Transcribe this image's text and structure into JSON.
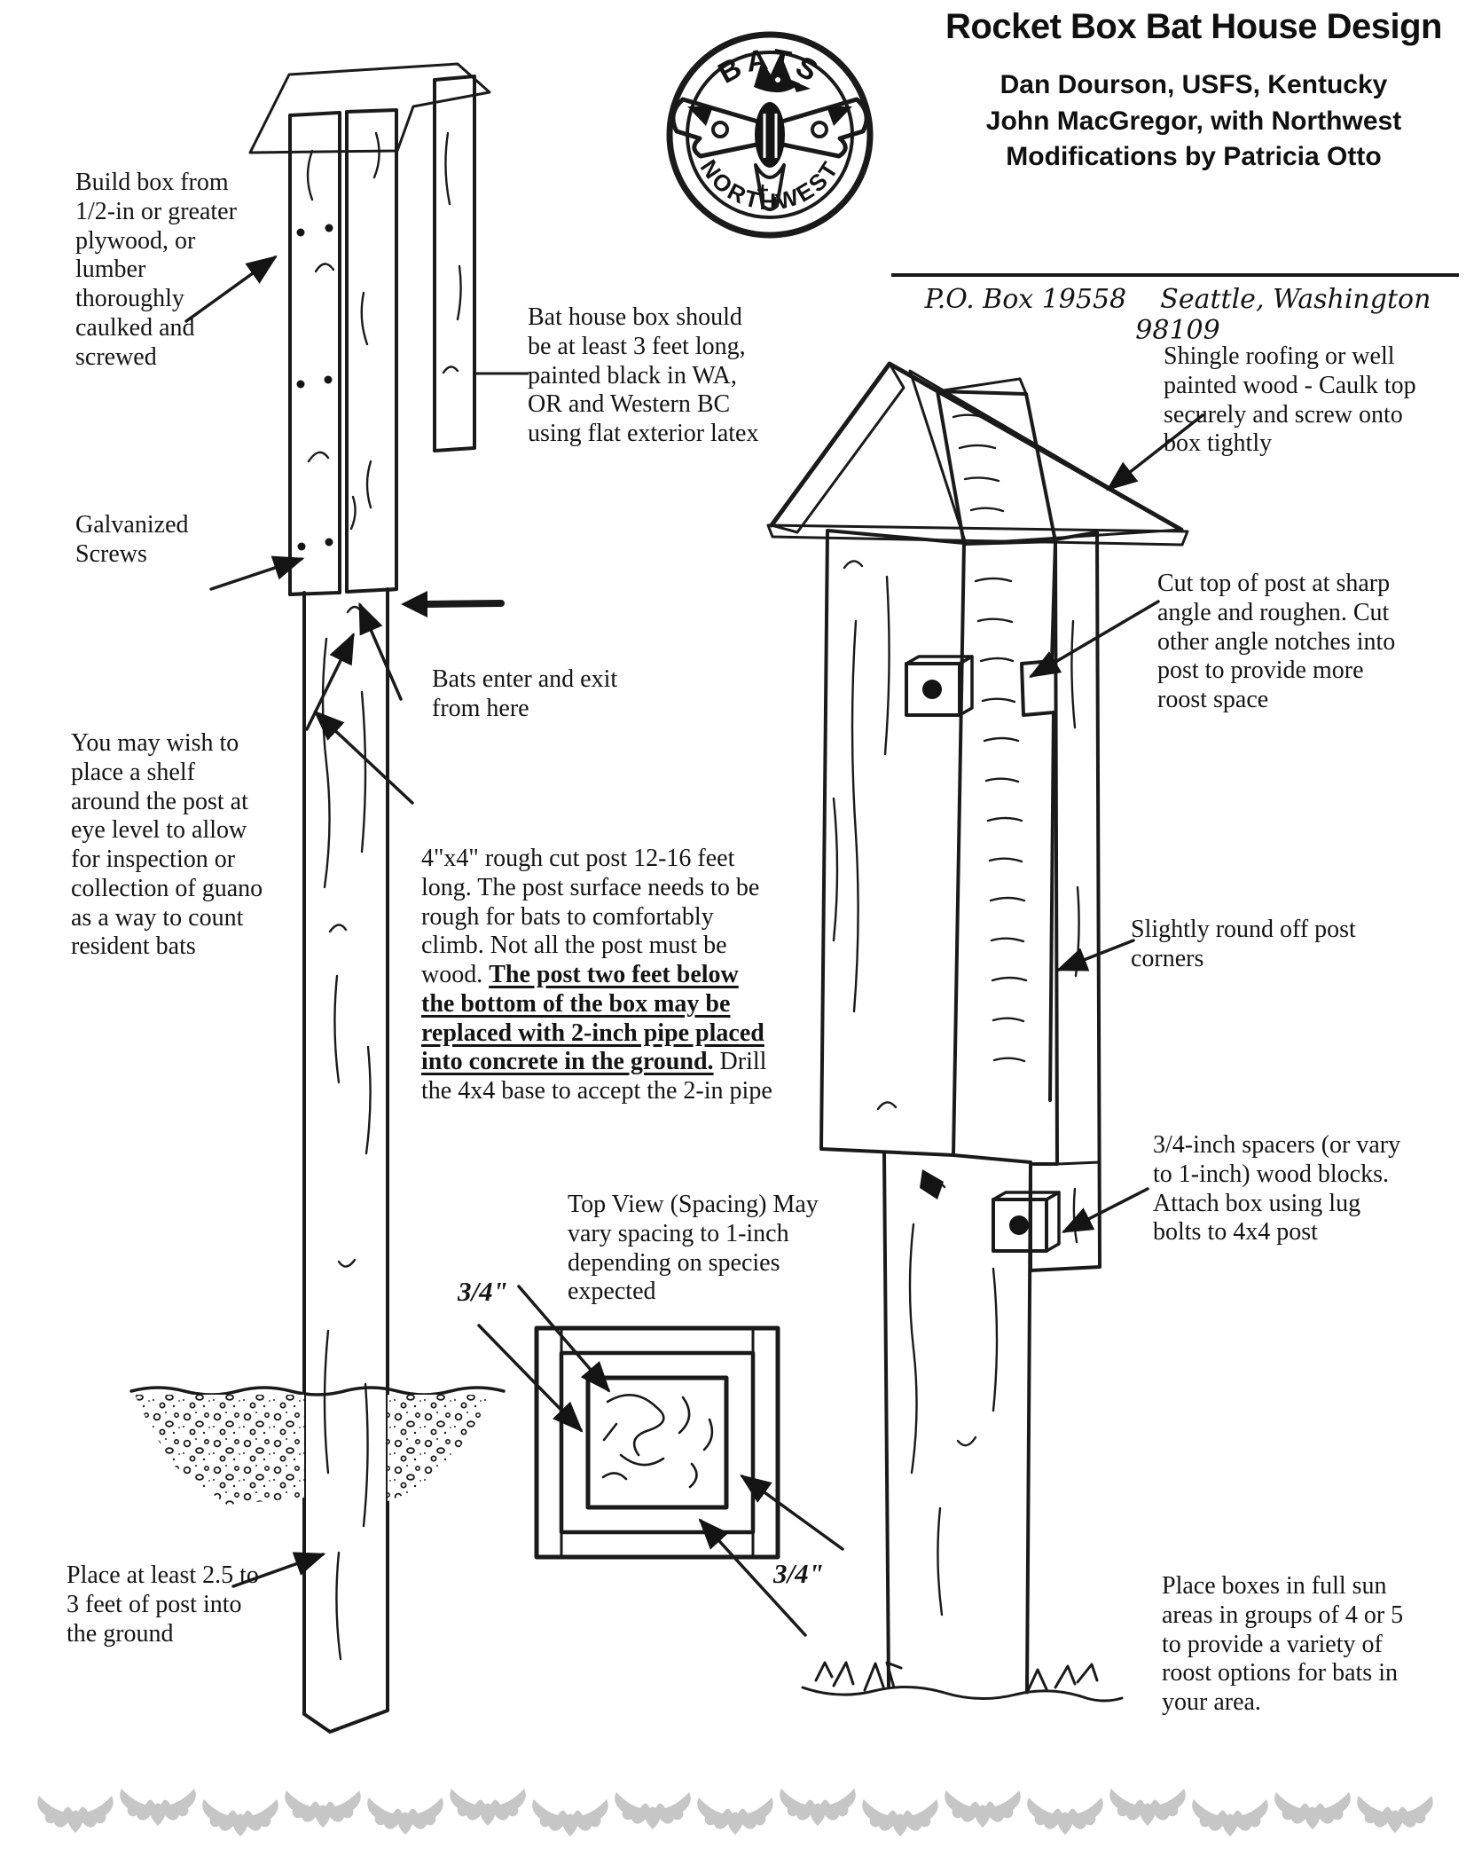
{
  "header": {
    "title": "Rocket Box Bat House Design",
    "author_line1": "Dan Dourson, USFS, Kentucky",
    "author_line2": "John MacGregor, with Northwest",
    "author_line3": "Modifications by Patricia Otto",
    "address": "P.O. Box 19558    Seattle, Washington 98109",
    "logo": {
      "top_text": "BATS",
      "bottom_text": "NORTHWEST"
    }
  },
  "annotations": {
    "build_box": "Build box from 1/2-in or greater plywood, or lumber thoroughly caulked and screwed",
    "galvanized": "Galvanized Screws",
    "shelf": "You may wish to place a shelf around the post at eye level to allow for inspection or collection of guano as a way to count resident bats",
    "bat_house_box": "Bat house box should be at least 3 feet long, painted black in WA, OR and Western BC using flat exterior latex",
    "bats_enter": "Bats enter and exit from here",
    "post_normal1": "4\"x4\" rough cut post 12-16 feet long.  The post surface needs to be rough for bats to comfortably climb.  Not all the post must be wood. ",
    "post_bold": "The post two feet below the bottom of the box may be replaced with 2-inch pipe placed into concrete in the ground.",
    "post_normal2": "  Drill the 4x4 base to accept the 2-in pipe",
    "top_view": "Top View (Spacing) May vary spacing to 1-inch depending on species expected",
    "spacing_top_label": "3/4\"",
    "spacing_bottom_label": "3/4\"",
    "place_post": "Place at least 2.5 to 3 feet of post into the ground",
    "shingle": "Shingle roofing or well painted wood - Caulk top securely and screw onto box tightly",
    "cut_top": "Cut top of post at sharp angle and roughen. Cut other angle notches into post to provide more roost space",
    "round_off": "Slightly round off post corners",
    "spacers": "3/4-inch spacers (or vary to 1-inch) wood blocks.  Attach box using lug bolts to 4x4 post",
    "full_sun": "Place boxes in full sun areas in groups of 4 or 5 to provide a variety of roost options for bats in your area."
  },
  "colors": {
    "ink": "#1a1a1a",
    "bat_watermark": "#c6c6c6"
  }
}
